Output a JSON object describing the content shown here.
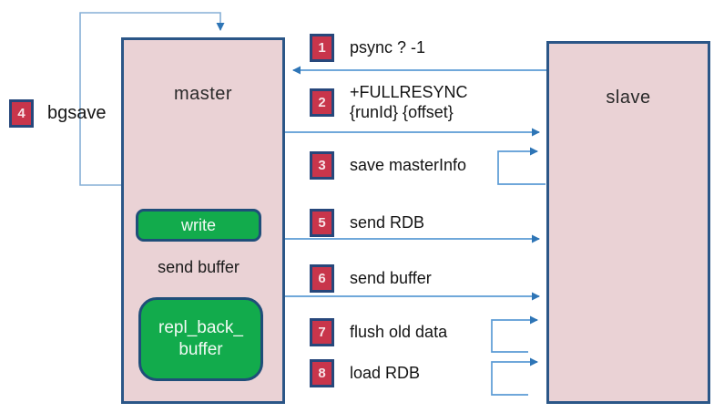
{
  "diagram": {
    "nodes": {
      "master": {
        "label": "master"
      },
      "slave": {
        "label": "slave"
      },
      "write": {
        "label": "write"
      },
      "repl_back_buffer": {
        "label": "repl_back_\nbuffer"
      },
      "send_buffer_caption": {
        "label": "send buffer"
      }
    },
    "side_step": {
      "number": "4",
      "label": "bgsave",
      "attached_to": "master"
    },
    "steps": [
      {
        "number": "1",
        "label": "psync ? -1",
        "direction": "slave-to-master"
      },
      {
        "number": "2",
        "label": "+FULLRESYNC\n{runId} {offset}",
        "direction": "master-to-slave"
      },
      {
        "number": "3",
        "label": "save masterInfo",
        "direction": "slave-self-loop"
      },
      {
        "number": "5",
        "label": "send RDB",
        "direction": "master-to-slave"
      },
      {
        "number": "6",
        "label": "send buffer",
        "direction": "master-to-slave"
      },
      {
        "number": "7",
        "label": "flush old data",
        "direction": "slave-self-loop"
      },
      {
        "number": "8",
        "label": "load RDB",
        "direction": "slave-self-loop"
      }
    ],
    "colors": {
      "node_fill": "#ead2d5",
      "node_border": "#2b5687",
      "green_fill": "#12ab4c",
      "green_border": "#1f4e79",
      "badge_fill": "#c8354b",
      "badge_border": "#27477b",
      "arrow_line": "#5b9bd5",
      "arrow_head": "#2e75b6",
      "background": "#ffffff",
      "text": "#141414"
    }
  }
}
